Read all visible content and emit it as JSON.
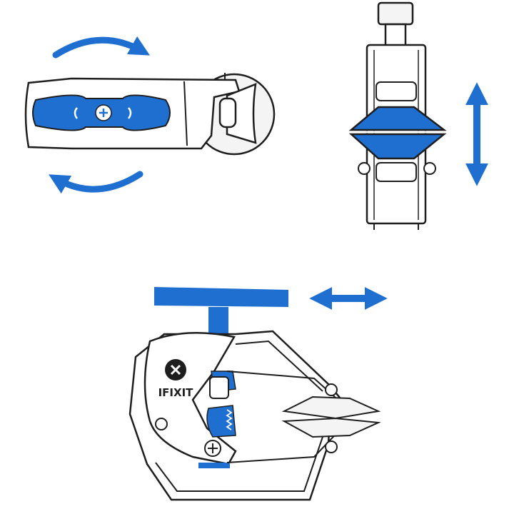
{
  "colors": {
    "accent_blue": "#1f6fd1",
    "outline": "#1e1e1e",
    "fill_light": "#f4f4f4",
    "fill_white": "#ffffff",
    "blue_light_edge": "#5aa0f0"
  },
  "icons": [
    "rotate-cw-arrow-icon",
    "rotate-ccw-arrow-icon",
    "vertical-double-arrow-icon",
    "horizontal-double-arrow-icon",
    "ifixit-logo-icon",
    "screw-icon"
  ],
  "panels": {
    "handle_rotation": {
      "direction": "rotate"
    },
    "jaw_open_close": {
      "direction": "vertical"
    },
    "clamp_slide": {
      "direction": "horizontal"
    }
  },
  "brand": {
    "label": "IFIXIT"
  }
}
